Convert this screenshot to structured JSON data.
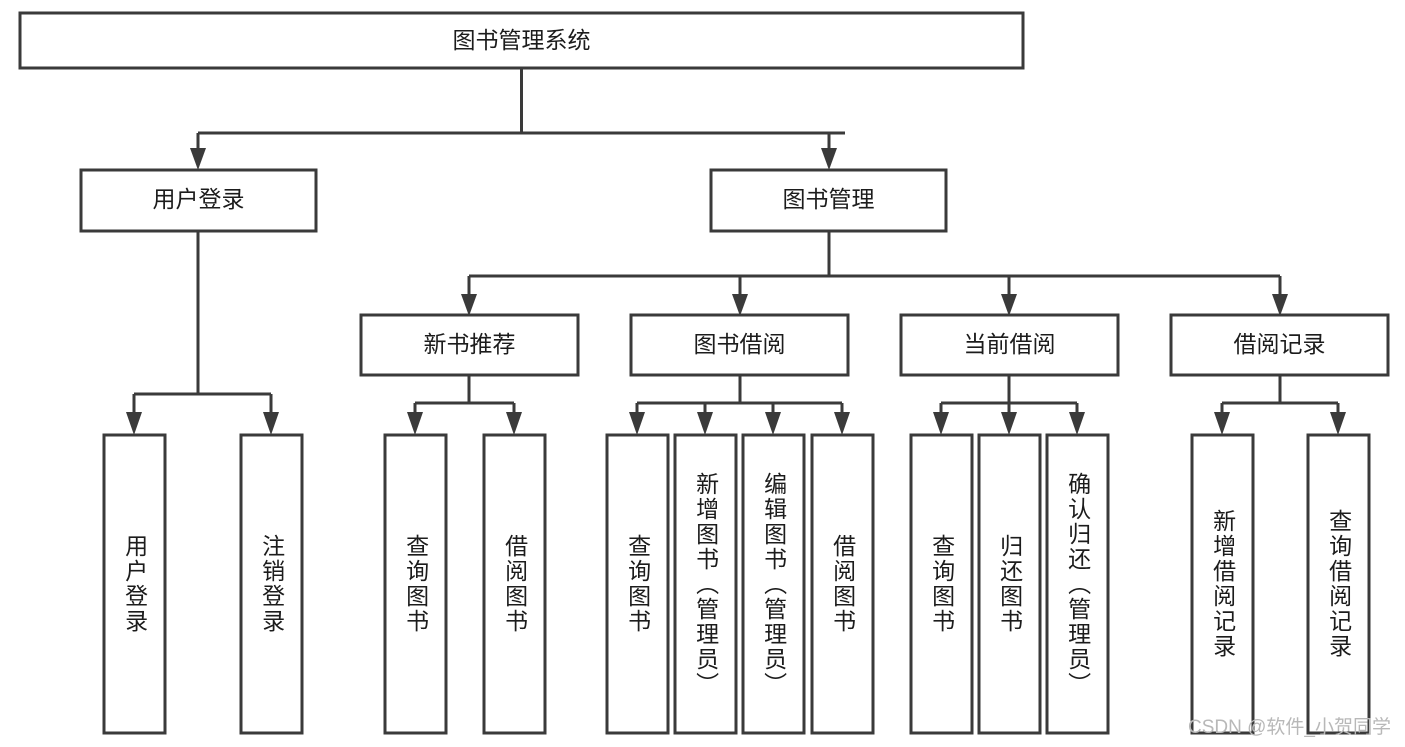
{
  "diagram": {
    "type": "tree-hierarchy",
    "title": "图书管理系统",
    "watermark": "CSDN @软件_小贺同学",
    "colors": {
      "box_stroke": "#3a3a3a",
      "box_fill": "#ffffff",
      "text": "#1c1c1c",
      "background": "#ffffff",
      "watermark_text": "#b8b8b8"
    },
    "levels": {
      "root": {
        "label": "图书管理系统"
      },
      "level2": [
        {
          "label": "用户登录"
        },
        {
          "label": "图书管理"
        }
      ],
      "level3": [
        {
          "label": "新书推荐",
          "parent": "图书管理"
        },
        {
          "label": "图书借阅",
          "parent": "图书管理"
        },
        {
          "label": "当前借阅",
          "parent": "图书管理"
        },
        {
          "label": "借阅记录",
          "parent": "图书管理"
        }
      ],
      "leaves": [
        {
          "label": "用户登录",
          "parent": "用户登录"
        },
        {
          "label": "注销登录",
          "parent": "用户登录"
        },
        {
          "label": "查询图书",
          "parent": "新书推荐"
        },
        {
          "label": "借阅图书",
          "parent": "新书推荐"
        },
        {
          "label": "查询图书",
          "parent": "图书借阅"
        },
        {
          "label": "新增图书（管理员）",
          "parent": "图书借阅"
        },
        {
          "label": "编辑图书（管理员）",
          "parent": "图书借阅"
        },
        {
          "label": "借阅图书",
          "parent": "图书借阅"
        },
        {
          "label": "查询图书",
          "parent": "当前借阅"
        },
        {
          "label": "归还图书",
          "parent": "当前借阅"
        },
        {
          "label": "确认归还（管理员）",
          "parent": "当前借阅"
        },
        {
          "label": "新增借阅记录",
          "parent": "借阅记录"
        },
        {
          "label": "查询借阅记录",
          "parent": "借阅记录"
        }
      ]
    }
  }
}
